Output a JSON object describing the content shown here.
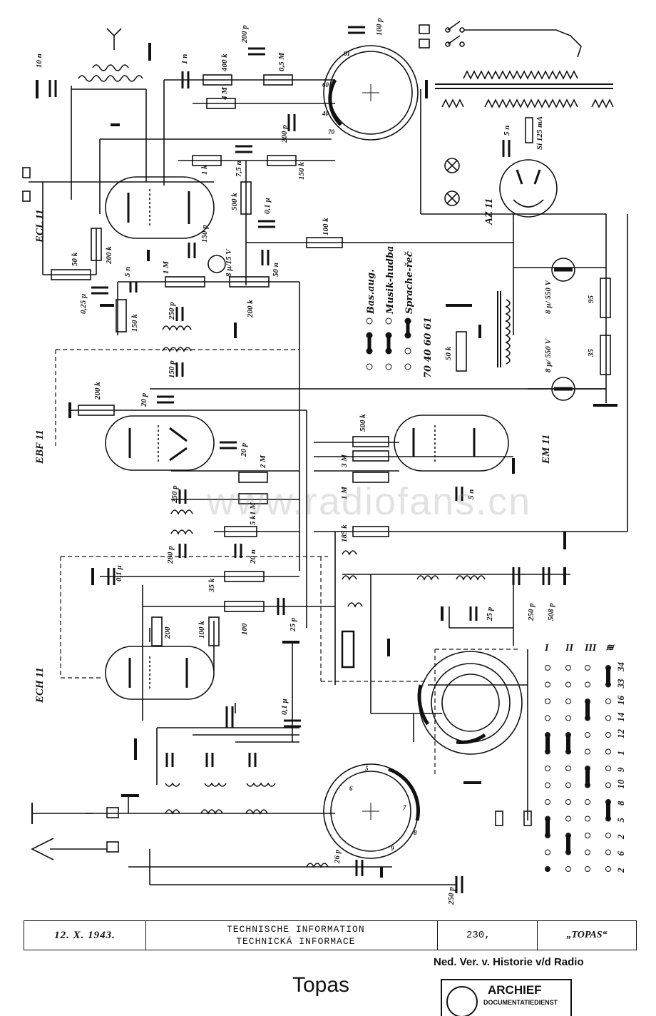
{
  "tubes": {
    "ecl11": "ECL 11",
    "ebf11": "EBF 11",
    "ech11": "ECH 11",
    "az11": "AZ 11",
    "em11": "EM 11"
  },
  "components": {
    "c_10n": "10 n",
    "c_1n": "1 n",
    "r_400k": "400 k",
    "c_200p_top": "200 p",
    "c_100p": "100 p",
    "r_05M": "0,5 M",
    "r_4M": "4 M",
    "c_200p_mid": "200 p",
    "r_1k": "1 k",
    "c_75n": "7,5 n",
    "r_150k_top": "150 k",
    "r_500k": "500 k",
    "c_01u_top": "0,1 µ",
    "r_100k": "100 k",
    "c_150p": "150 p",
    "c_8u15V": "8 µ/15 V",
    "r_50k_ecl": "50 k",
    "r_200k_ecl": "200 k",
    "c_025u": "0,25 µ",
    "c_5n_ecl": "5 n",
    "r_1M_ecl": "1 M",
    "c_50n": "50 n",
    "r_150k_left": "150 k",
    "c_250p_if1": "250 p",
    "r_200k_if": "200 k",
    "c_150p_if1": "150 p",
    "r_50k_pot": "50 k",
    "c_8u550V_a": "8 µ/ 550 V",
    "r_95": "95",
    "c_8u550V_b": "8 µ/ 550 V",
    "r_35_psu": "35",
    "c_5n_psu": "5 n",
    "fuse": "Si 125 mA",
    "r_200k_ebf": "200 k",
    "c_20p_a": "20 p",
    "c_20p_b": "20 p",
    "r_500k_em": "500 k",
    "r_3M": "3 M",
    "r_1M_em": "1 M",
    "c_5n_em": "5 n",
    "r_2M": "2 M",
    "r_1M_ebf": "1 M",
    "c_250p_if2": "250 p",
    "r_5k": "5 k",
    "c_280p": "280 p",
    "c_20n": "20 n",
    "r_185k": "185 k",
    "c_01u_left": "0,1 µ",
    "r_35k": "35 k",
    "r_200_ech": "200",
    "r_100k_ech": "100 k",
    "r_100_ech": "100",
    "c_25p_a": "25 p",
    "c_25p_b": "25 p",
    "c_250p_osc": "250 p",
    "c_508p": "508 p",
    "c_01u_ech": "0,1 µ",
    "c_26p": "26 p",
    "c_250p_ant": "250 p"
  },
  "tone_switch": {
    "rows": [
      "Bas.aug.",
      "Musik-hudba",
      "Sprache-řeč"
    ],
    "positions": "70 40 60 61"
  },
  "band_switch": {
    "headers": [
      "I",
      "II",
      "III",
      "≋"
    ],
    "contacts": [
      "34",
      "33",
      "16",
      "14",
      "12",
      "1",
      "9",
      "10",
      "8",
      "5",
      "2",
      "6",
      "2"
    ]
  },
  "dial_marks": {
    "upper": [
      "61",
      "60",
      "40",
      "70"
    ],
    "lower": [
      "5",
      "6",
      "7",
      "8",
      "9"
    ]
  },
  "footer": {
    "date": "12. X. 1943.",
    "info_de": "TECHNISCHE INFORMATION",
    "info_cz": "TECHNICKÁ INFORMACE",
    "number": "230,",
    "model": "„TOPAS“"
  },
  "archive": {
    "line": "Ned. Ver. v. Historie v/d Radio",
    "stamp_main": "ARCHIEF",
    "stamp_sub": "DOCUMENTATIEDIENST"
  },
  "title": "Topas",
  "watermark": "www.radiofans.cn"
}
